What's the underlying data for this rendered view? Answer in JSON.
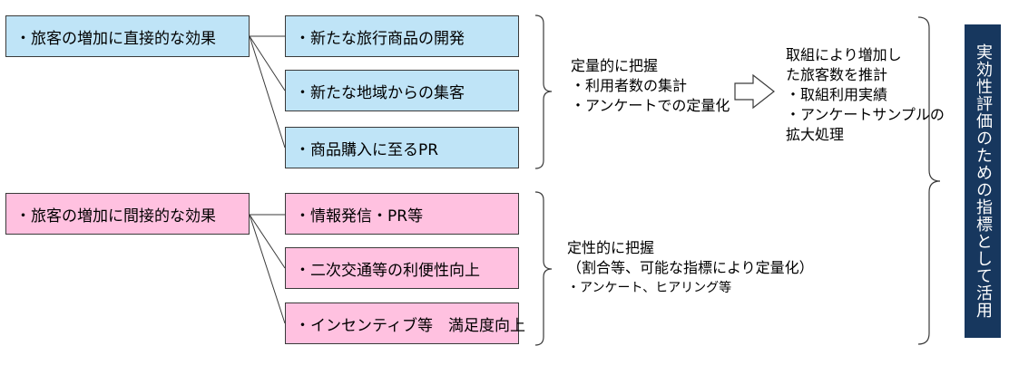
{
  "direct": {
    "root": "・旅客の増加に直接的な効果",
    "items": [
      "・新たな旅行商品の開発",
      "・新たな地域からの集客",
      "・商品購入に至るPR"
    ]
  },
  "indirect": {
    "root": "・旅客の増加に間接的な効果",
    "items": [
      "・情報発信・PR等",
      "・二次交通等の利便性向上",
      "・インセンティブ等　満足度向上"
    ]
  },
  "quantitative": {
    "heading": "定量的に把握",
    "items": [
      "・利用者数の集計",
      "・アンケートでの定量化"
    ]
  },
  "estimate": {
    "lines": [
      "取組により増加し",
      "た旅客数を推計",
      "・取組利用実績",
      "・アンケートサンプルの",
      "拡大処理"
    ]
  },
  "qualitative": {
    "heading": "定性的に把握",
    "sub": "（割合等、可能な指標により定量化）",
    "items": [
      "・アンケート、ヒアリング等"
    ]
  },
  "conclusion": "実効性評価のための指標として活用",
  "colors": {
    "direct_fill": "#bfe4f7",
    "indirect_fill": "#ffc1e0",
    "conclusion_fill": "#17375e"
  }
}
